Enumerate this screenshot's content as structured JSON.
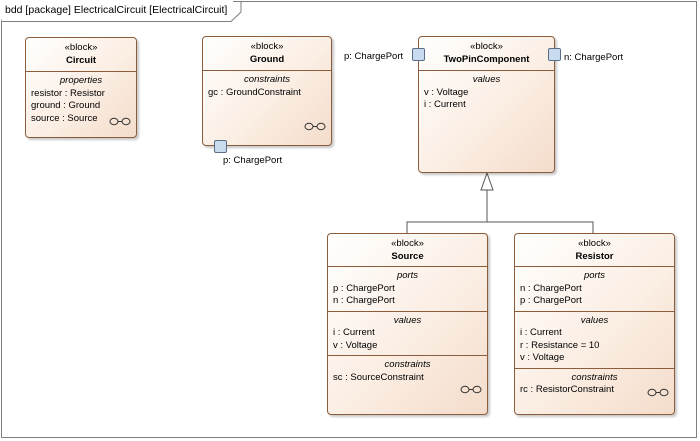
{
  "diagram": {
    "frame_title": "bdd [package] ElectricalCircuit [ElectricalCircuit]",
    "blocks": {
      "circuit": {
        "stereotype": "«block»",
        "name": "Circuit",
        "properties_title": "properties",
        "properties": [
          "resistor : Resistor",
          "ground : Ground",
          "source : Source"
        ]
      },
      "ground": {
        "stereotype": "«block»",
        "name": "Ground",
        "constraints_title": "constraints",
        "constraints": [
          "gc : GroundConstraint"
        ],
        "port_label": "p: ChargePort"
      },
      "twopin": {
        "stereotype": "«block»",
        "name": "TwoPinComponent",
        "values_title": "values",
        "values": [
          "v : Voltage",
          "i : Current"
        ],
        "port_left_label": "p: ChargePort",
        "port_right_label": "n: ChargePort"
      },
      "source": {
        "stereotype": "«block»",
        "name": "Source",
        "ports_title": "ports",
        "ports": [
          "p : ChargePort",
          "n : ChargePort"
        ],
        "values_title": "values",
        "values": [
          "i : Current",
          "v : Voltage"
        ],
        "constraints_title": "constraints",
        "constraints": [
          "sc : SourceConstraint"
        ]
      },
      "resistor": {
        "stereotype": "«block»",
        "name": "Resistor",
        "ports_title": "ports",
        "ports": [
          "n : ChargePort",
          "p : ChargePort"
        ],
        "values_title": "values",
        "values": [
          "i : Current",
          "r : Resistance = 10",
          "v : Voltage"
        ],
        "constraints_title": "constraints",
        "constraints": [
          "rc : ResistorConstraint"
        ]
      }
    }
  }
}
